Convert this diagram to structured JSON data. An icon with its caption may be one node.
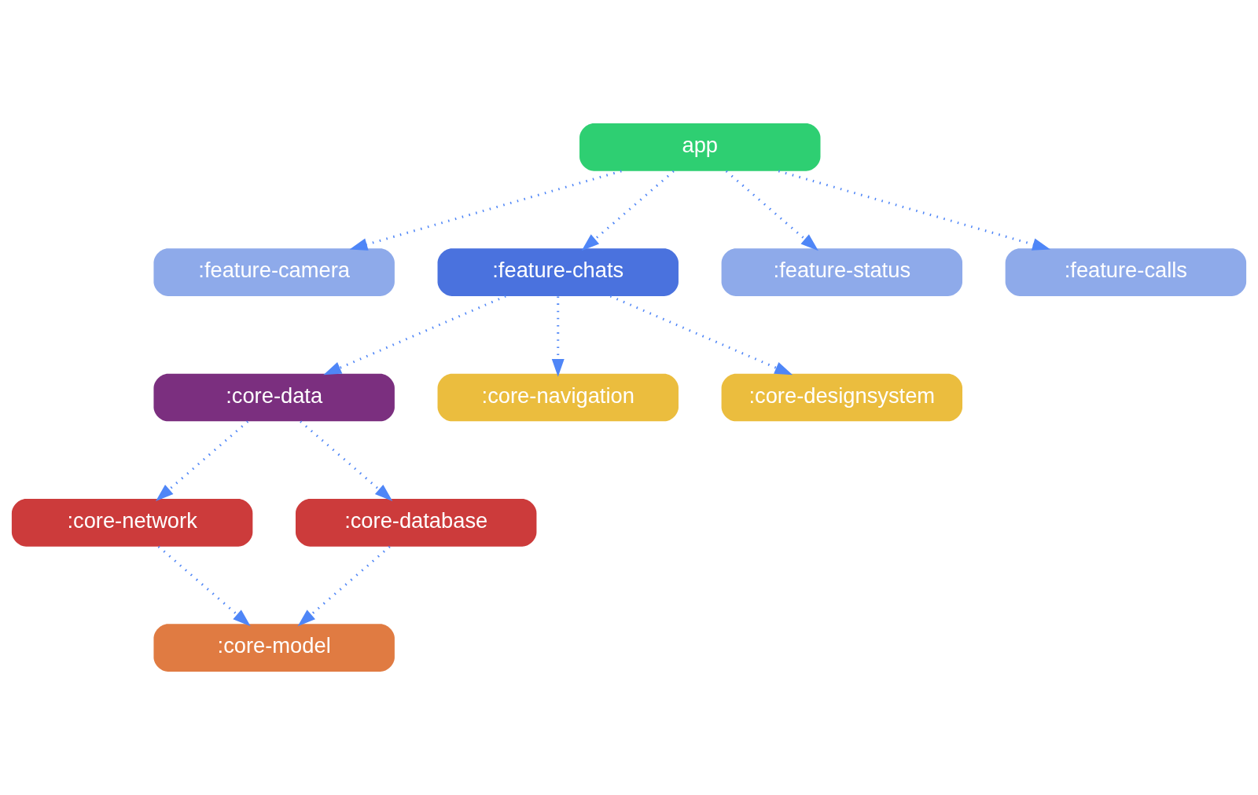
{
  "diagram": {
    "nodes": [
      {
        "text": [
          "app"
        ]
      },
      {
        "text": [
          ":feature-camera"
        ]
      },
      {
        "text": [
          ":feature-chats"
        ]
      },
      {
        "text": [
          ":feature-status"
        ]
      },
      {
        "text": [
          ":feature-calls"
        ]
      },
      {
        "text": [
          ":core-data"
        ]
      },
      {
        "text": [
          ":core-navigation"
        ]
      },
      {
        "text": [
          ":core-designsystem"
        ]
      },
      {
        "text": [
          ":core-network"
        ]
      },
      {
        "text": [
          ":core-database"
        ]
      },
      {
        "text": [
          ":core-model"
        ]
      }
    ],
    "edges": [
      {
        "from": 0,
        "to": 1,
        "arrow": "to",
        "style": "dashed"
      },
      {
        "from": 0,
        "to": 2,
        "arrow": "to",
        "style": "dashed"
      },
      {
        "from": 0,
        "to": 3,
        "arrow": "to",
        "style": "dashed"
      },
      {
        "from": 0,
        "to": 4,
        "arrow": "to",
        "style": "dashed"
      },
      {
        "from": 2,
        "to": 5,
        "arrow": "to",
        "style": "dashed"
      },
      {
        "from": 2,
        "to": 6,
        "arrow": "to",
        "style": "dashed"
      },
      {
        "from": 2,
        "to": 7,
        "arrow": "to",
        "style": "dashed"
      },
      {
        "from": 5,
        "to": 8,
        "arrow": "to",
        "style": "dashed"
      },
      {
        "from": 5,
        "to": 9,
        "arrow": "to",
        "style": "dashed"
      },
      {
        "from": 8,
        "to": 10,
        "arrow": "to",
        "style": "dashed"
      },
      {
        "from": 9,
        "to": 10,
        "arrow": "to",
        "style": "dashed"
      }
    ]
  }
}
